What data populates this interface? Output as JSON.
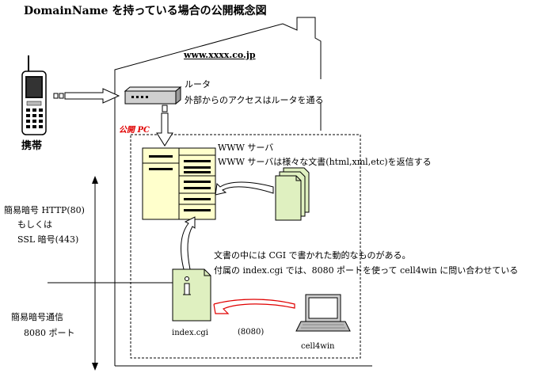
{
  "title": "DomainName を持っている場合の公開概念図",
  "domain": "www.xxxx.co.jp",
  "router": {
    "label": "ルータ",
    "note": "外部からのアクセスはルータを通る"
  },
  "public_pc_label": "公開 PC",
  "www_server": {
    "label": "WWW サーバ",
    "note": "WWW サーバは様々な文書(html,xml,etc)を返信する"
  },
  "cgi_note": {
    "line1": "文書の中には CGI で書かれた動的なものがある。",
    "line2": "付属の index.cgi では、8080 ポートを使って cell4win に問い合わせている"
  },
  "left_labels": {
    "line1": "簡易暗号 HTTP(80)",
    "line2": "もしくは",
    "line3": "SSL 暗号(443)",
    "line4": "簡易暗号通信",
    "line5": "8080 ポート"
  },
  "phone_label": "携帯",
  "cgi_file_label": "index.cgi",
  "port_label": "(8080)",
  "cell4win_label": "cell4win"
}
